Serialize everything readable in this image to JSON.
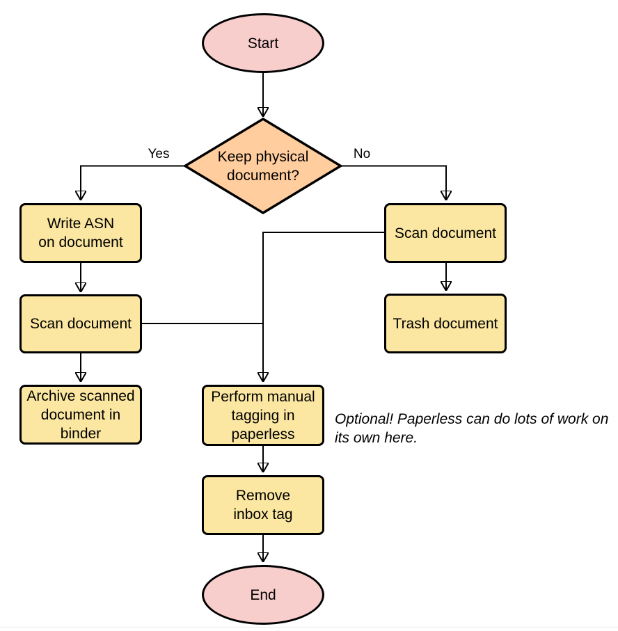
{
  "colors": {
    "terminal_fill": "#f8cecc",
    "decision_fill": "#ffcd9e",
    "process_fill": "#fbe7a1",
    "stroke": "#000000"
  },
  "nodes": {
    "start": {
      "label": "Start"
    },
    "decision": {
      "label": "Keep physical\ndocument?"
    },
    "write_asn": {
      "label": "Write ASN\non document"
    },
    "scan_left": {
      "label": "Scan document"
    },
    "archive": {
      "label": "Archive scanned\ndocument in\nbinder"
    },
    "scan_right": {
      "label": "Scan document"
    },
    "trash": {
      "label": "Trash document"
    },
    "perform_tagging": {
      "label": "Perform manual\ntagging in\npaperless"
    },
    "remove_inbox": {
      "label": "Remove\ninbox tag"
    },
    "end": {
      "label": "End"
    }
  },
  "edge_labels": {
    "yes": "Yes",
    "no": "No"
  },
  "note": "Optional! Paperless can do lots of work on\nits own here."
}
